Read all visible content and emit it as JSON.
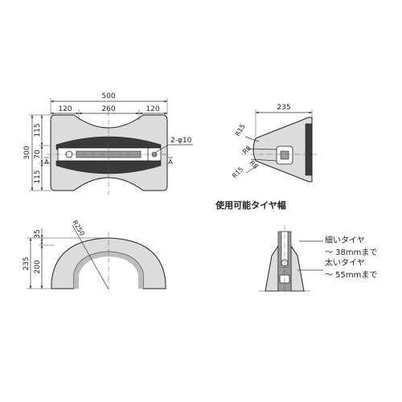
{
  "top_view": {
    "overall_width": "500",
    "seg_left": "120",
    "seg_center": "260",
    "seg_right": "120",
    "overall_height": "300",
    "h_top": "115",
    "h_mid": "70",
    "h_bottom": "115",
    "hole_callout": "2-φ10",
    "section_mark": "A"
  },
  "side_view": {
    "width": "235",
    "radii": [
      "R15",
      "R8",
      "R8",
      "R15"
    ],
    "caption": "使用可能タイヤ幅"
  },
  "front_view": {
    "total_height": "235",
    "upper_height": "35",
    "lower_height": "200",
    "radius": "R250"
  },
  "section_view": {
    "notes": [
      "細いタイヤ",
      "～ 38mmまで",
      "太いタイヤ",
      "～ 55mmまで"
    ]
  }
}
